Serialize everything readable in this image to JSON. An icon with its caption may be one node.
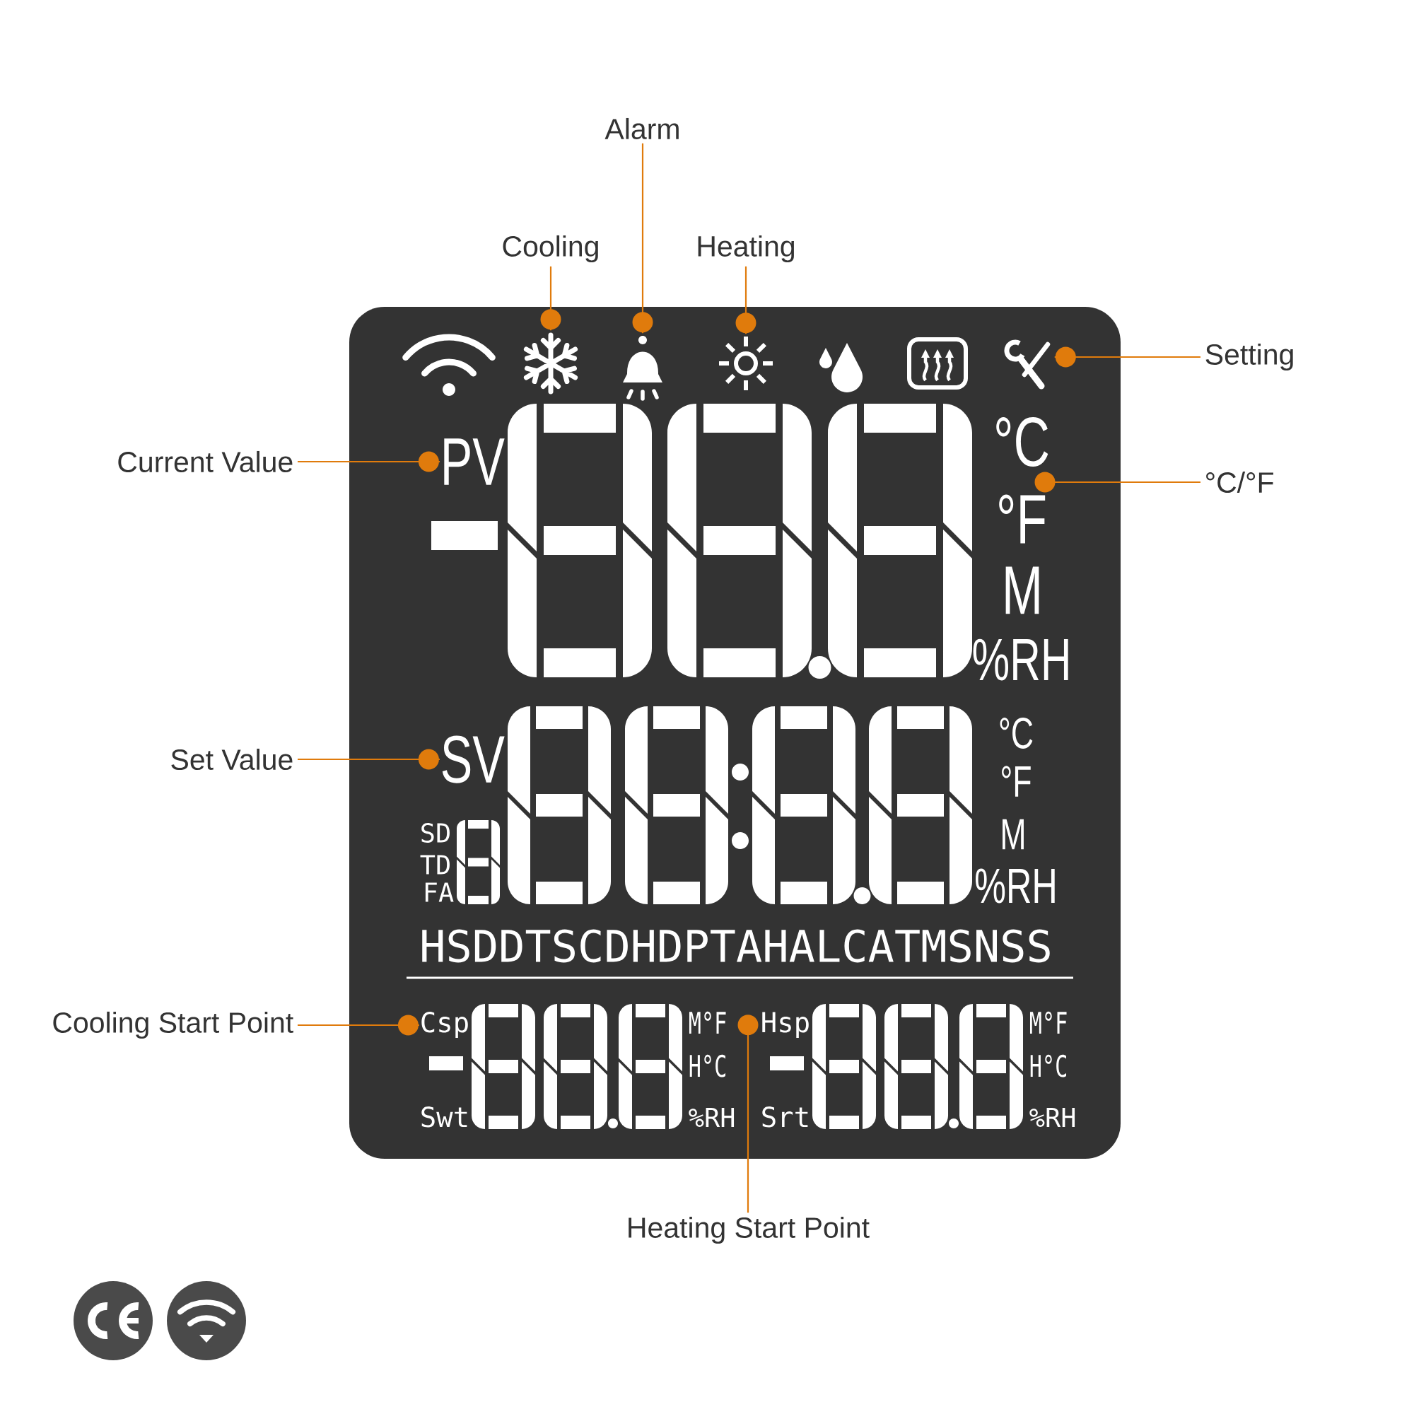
{
  "diagram": {
    "nodes": [
      {
        "text": [
          "Alarm"
        ]
      },
      {
        "text": [
          "Cooling"
        ]
      },
      {
        "text": [
          "Heating"
        ]
      },
      {
        "text": [
          "°C",
          "°F",
          "M",
          "%RH",
          "SD",
          "TD",
          "FA",
          "°C",
          "°F",
          "M",
          "%RH",
          "HSDDTSCDHDPTAHALCATMSNSS",
          "M°F",
          "H°C",
          "Swt",
          "%RH",
          "Srt",
          "M°F",
          "H°C",
          "%RH"
        ]
      },
      {
        "text": [],
        "shape": "picture",
        "in": 3
      },
      {
        "text": [],
        "shape": "picture",
        "in": 3
      },
      {
        "text": [],
        "shape": "picture",
        "in": 3
      },
      {
        "text": [],
        "shape": "picture",
        "in": 3
      },
      {
        "text": [
          "Setting"
        ]
      },
      {
        "text": [
          "Current Value"
        ]
      },
      {
        "text": [
          "PV"
        ],
        "in": 3
      },
      {
        "text": [
          "°C/°F"
        ]
      },
      {
        "text": [
          "Set Value"
        ]
      },
      {
        "text": [
          "SV"
        ],
        "in": 3
      },
      {
        "text": [
          "Cooling Start Point"
        ]
      },
      {
        "text": [
          "Csp"
        ],
        "in": 3
      },
      {
        "text": [
          "Hsp"
        ],
        "in": 3
      },
      {
        "text": [
          "Heating Start Point"
        ]
      }
    ],
    "edges": [
      {
        "from": 1,
        "to": 4,
        "arrow": "other"
      },
      {
        "from": 0,
        "to": 5,
        "arrow": "other"
      },
      {
        "from": 2,
        "to": 6,
        "arrow": "other"
      },
      {
        "from": 8,
        "to": 7,
        "arrow": "other"
      },
      {
        "from": 9,
        "to": 10,
        "arrow": "other"
      },
      {
        "from": 11,
        "to": null,
        "arrow": "other"
      },
      {
        "from": 12,
        "to": 13,
        "arrow": "other"
      },
      {
        "from": 14,
        "to": 15,
        "arrow": "other"
      },
      {
        "from": 17,
        "to": 16,
        "arrow": "other"
      }
    ]
  }
}
